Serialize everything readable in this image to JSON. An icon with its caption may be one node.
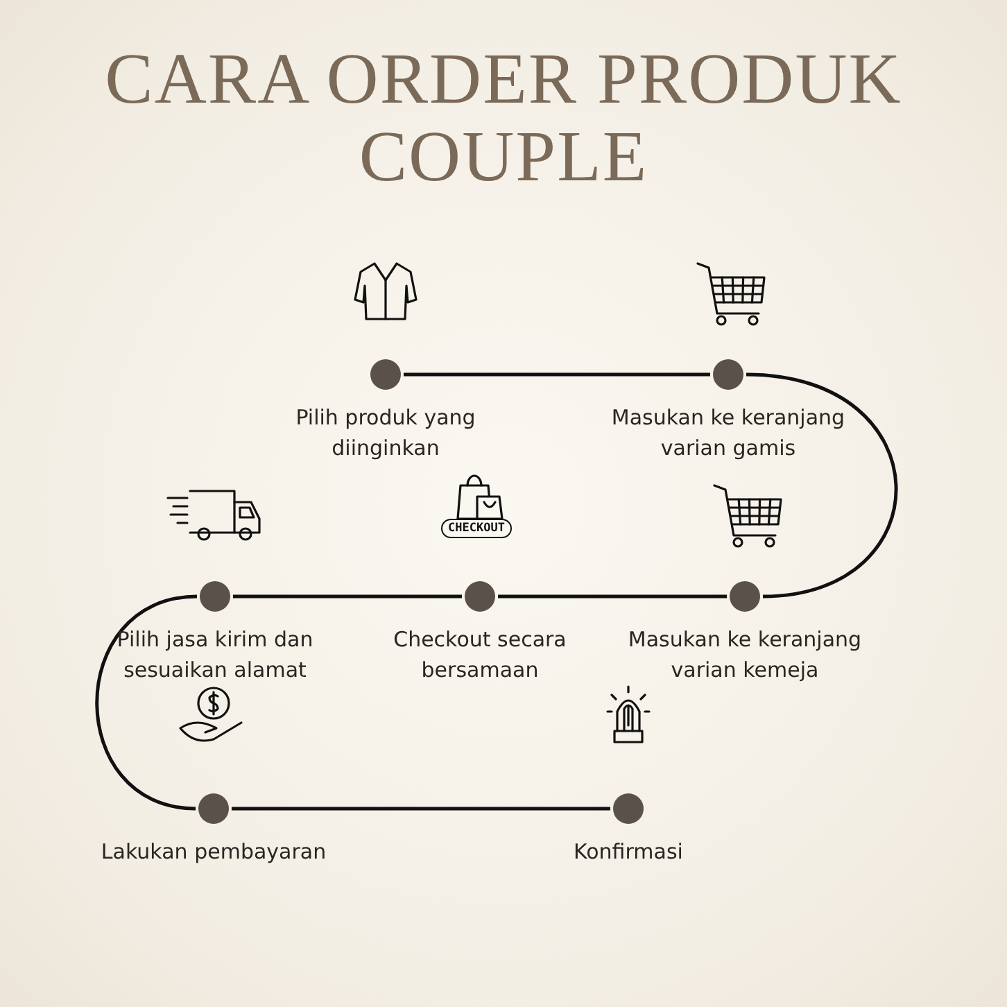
{
  "diagram": {
    "title": "CARA ORDER PRODUK COUPLE",
    "nodes": [
      {
        "text": [],
        "shape": "circle",
        "beside": [
          "Pilih produk yang diinginkan"
        ]
      },
      {
        "text": [],
        "shape": "circle",
        "beside": [
          "Masukan ke keranjang varian gamis"
        ]
      },
      {
        "text": [],
        "shape": "circle",
        "beside": [
          "Masukan ke keranjang varian kemeja"
        ]
      },
      {
        "text": [],
        "shape": "circle",
        "beside": [
          "Checkout secara bersamaan"
        ]
      },
      {
        "text": [],
        "shape": "circle",
        "beside": [
          "Pilih jasa kirim dan sesuaikan alamat"
        ]
      },
      {
        "text": [],
        "shape": "circle",
        "beside": [
          "Lakukan pembayaran"
        ]
      },
      {
        "text": [],
        "shape": "circle",
        "beside": [
          "Konfirmasi"
        ]
      }
    ],
    "edges": [
      {
        "from": 0,
        "to": 1,
        "arrow": "none"
      },
      {
        "from": 1,
        "to": 2,
        "arrow": "none"
      },
      {
        "from": 2,
        "to": 3,
        "arrow": "none"
      },
      {
        "from": 3,
        "to": 4,
        "arrow": "none"
      },
      {
        "from": 4,
        "to": 5,
        "arrow": "none"
      },
      {
        "from": 5,
        "to": 6,
        "arrow": "none"
      }
    ],
    "labels": [
      "CHECKOUT"
    ]
  }
}
